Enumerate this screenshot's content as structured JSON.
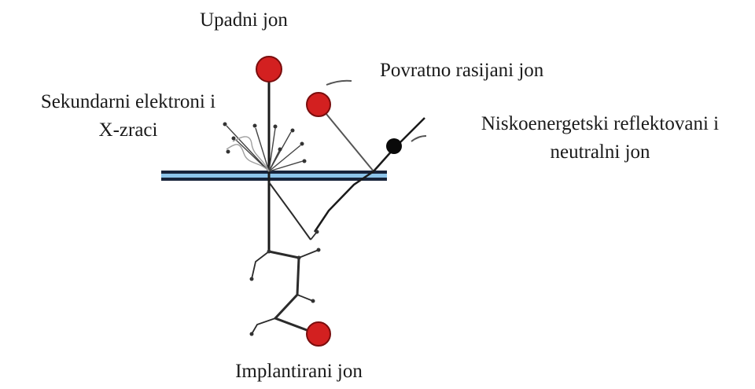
{
  "labels": {
    "incident_ion": "Upadni jon",
    "backscattered_ion": "Povratno rasijani jon",
    "secondary_line1": "Sekundarni elektroni i",
    "secondary_line2": "X-zraci",
    "lowenergy_line1": "Niskoenergetski reflektovani i",
    "lowenergy_line2": "neutralni jon",
    "implanted_ion": "Implantirani jon"
  },
  "colors": {
    "ion_fill": "#d32020",
    "ion_stroke": "#7a0d0d",
    "neutral_fill": "#0a0a0a",
    "surface_dark": "#17233a",
    "surface_light": "#8cc4ea",
    "line": "#1a1a1a",
    "track": "#2b2b2b",
    "wavy": "#9a9a9a"
  },
  "icons": {
    "incident": "red-ion-circle",
    "backscattered": "red-ion-circle",
    "implanted": "red-ion-circle",
    "neutral": "black-neutral-dot"
  }
}
